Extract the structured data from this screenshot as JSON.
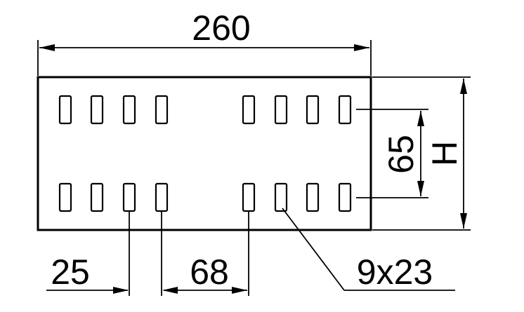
{
  "dimensions": {
    "total_length": "260",
    "slot_row_spacing": "65",
    "height": "H",
    "edge_pitch": "25",
    "group_gap": "68",
    "slot_size": "9x23"
  }
}
